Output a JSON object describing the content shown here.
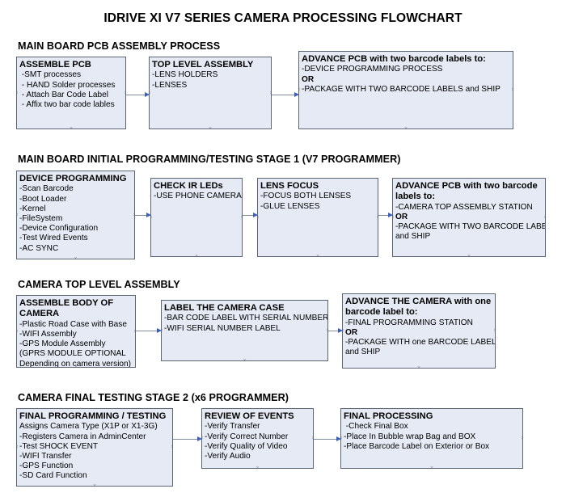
{
  "document": {
    "title": "IDRIVE XI V7 SERIES CAMERA PROCESSING FLOWCHART"
  },
  "sections": [
    {
      "id": "main-board-pcb-assembly-process",
      "title": "MAIN BOARD PCB ASSEMBLY PROCESS",
      "nodes": [
        {
          "id": "assemble-pcb",
          "title": "ASSEMBLE PCB",
          "lines": [
            " -SMT processes",
            " - HAND Solder processes",
            " - Attach Bar Code Label",
            " - Affix two bar code lables"
          ]
        },
        {
          "id": "top-level-assembly",
          "title": "TOP LEVEL ASSEMBLY",
          "lines": [
            "-LENS HOLDERS",
            "-LENSES"
          ]
        },
        {
          "id": "advance-pcb-two-barcode-labels",
          "title": "ADVANCE PCB with two barcode labels to:",
          "lines": [
            "-DEVICE PROGRAMMING PROCESS",
            "OR",
            "-PACKAGE WITH TWO BARCODE LABELS and SHIP"
          ],
          "bold_lines": [
            1
          ]
        }
      ]
    },
    {
      "id": "main-board-initial-programming-testing-stage-1",
      "title": "MAIN BOARD INITIAL PROGRAMMING/TESTING STAGE 1 (V7 PROGRAMMER)",
      "nodes": [
        {
          "id": "device-programming",
          "title": "DEVICE PROGRAMMING",
          "lines": [
            "-Scan Barcode",
            "-Boot Loader",
            "-Kernel",
            "-FileSystem",
            "-Device Configuration",
            "-Test Wired Events",
            "-AC SYNC"
          ]
        },
        {
          "id": "check-ir-leds",
          "title": "CHECK IR LEDs",
          "lines": [
            "-USE PHONE CAMERA"
          ]
        },
        {
          "id": "lens-focus",
          "title": "LENS FOCUS",
          "lines": [
            "-FOCUS BOTH LENSES",
            "-GLUE LENSES"
          ]
        },
        {
          "id": "advance-pcb-camera-top-assembly",
          "title": "ADVANCE PCB with two barcode\nlabels to:",
          "lines": [
            "-CAMERA TOP ASSEMBLY STATION",
            "OR",
            "-PACKAGE WITH TWO BARCODE LABELS",
            "and SHIP"
          ],
          "bold_lines": [
            1
          ]
        }
      ]
    },
    {
      "id": "camera-top-level-assembly",
      "title": "CAMERA TOP LEVEL ASSEMBLY",
      "nodes": [
        {
          "id": "assemble-body-of-camera",
          "title": "ASSEMBLE BODY OF\nCAMERA",
          "lines": [
            "-Plastic Road Case with Base",
            "-WIFI Assembly",
            "-GPS Module Assembly",
            "(GPRS MODULE OPTIONAL",
            "Depending on camera version)"
          ]
        },
        {
          "id": "label-the-camera-case",
          "title": "LABEL THE CAMERA CASE",
          "lines": [
            "-BAR CODE LABEL WITH SERIAL NUMBER",
            "-WIFI SERIAL NUMBER LABEL"
          ]
        },
        {
          "id": "advance-the-camera-one-barcode-label",
          "title": "ADVANCE THE CAMERA with one\nbarcode label to:",
          "lines": [
            "-FINAL PROGRAMMING STATION",
            "OR",
            "-PACKAGE WITH one BARCODE LABEL",
            "and SHIP"
          ],
          "bold_lines": [
            1
          ]
        }
      ]
    },
    {
      "id": "camera-final-testing-stage-2",
      "title": "CAMERA FINAL TESTING STAGE 2 (x6 PROGRAMMER)",
      "nodes": [
        {
          "id": "final-programming-testing",
          "title": "FINAL PROGRAMMING / TESTING",
          "lines": [
            "Assigns Camera Type (X1P or X1-3G)",
            "-Registers Camera in AdminCenter",
            "-Test SHOCK EVENT",
            "-WIFI Transfer",
            "-GPS Function",
            "-SD Card Function"
          ]
        },
        {
          "id": "review-of-events",
          "title": "REVIEW OF EVENTS",
          "lines": [
            "-Verify Transfer",
            "-Verify Correct Number",
            "-Verify Quality of Video",
            "-Verify Audio"
          ]
        },
        {
          "id": "final-processing",
          "title": "FINAL PROCESSING",
          "lines": [
            " -Check Final Box",
            "-Place In Bubble wrap Bag and BOX",
            "-Place Barcode Label on Exterior or Box"
          ]
        }
      ]
    }
  ],
  "colors": {
    "node_fill": "#e5eaf4",
    "node_border": "#5b6472",
    "connector_line": "#7e8b9e",
    "connector_arrow": "#3b5fc0",
    "text": "#000000",
    "background": "#ffffff"
  }
}
